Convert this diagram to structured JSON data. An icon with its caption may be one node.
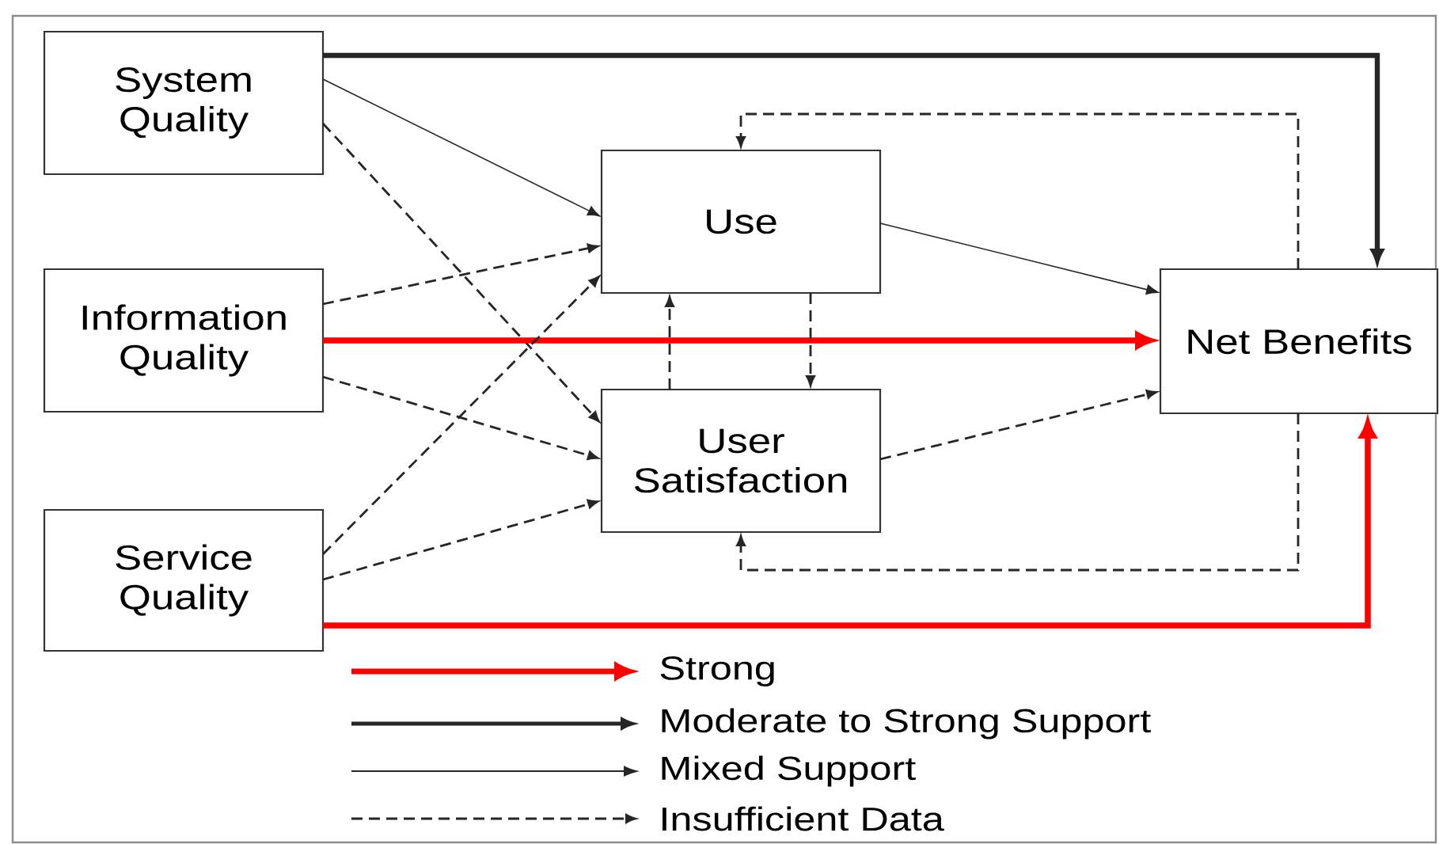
{
  "diagram": {
    "nodes": [
      {
        "text": [
          "System Quality"
        ]
      },
      {
        "text": [
          "Information Quality"
        ]
      },
      {
        "text": [
          "Service Quality"
        ]
      },
      {
        "text": [
          "Use"
        ]
      },
      {
        "text": [
          "User Satisfaction"
        ]
      },
      {
        "text": [
          "Net Benefits"
        ]
      }
    ],
    "edges": [
      {
        "from": 0,
        "to": 5,
        "arrow": "to",
        "style": "thick"
      },
      {
        "from": 0,
        "to": 3,
        "arrow": "to"
      },
      {
        "from": 0,
        "to": 4,
        "arrow": "to",
        "style": "dashed"
      },
      {
        "from": 1,
        "to": 3,
        "arrow": "to",
        "style": "dashed"
      },
      {
        "from": 1,
        "to": 5,
        "arrow": "to",
        "style": "thick",
        "color": "#ff0000"
      },
      {
        "from": 1,
        "to": 4,
        "arrow": "to",
        "style": "dashed"
      },
      {
        "from": 2,
        "to": 3,
        "arrow": "to",
        "style": "dashed"
      },
      {
        "from": 2,
        "to": 4,
        "arrow": "to",
        "style": "dashed"
      },
      {
        "from": 2,
        "to": 5,
        "arrow": "to",
        "style": "thick",
        "color": "#ff0000"
      },
      {
        "from": 3,
        "to": 5,
        "arrow": "to"
      },
      {
        "from": 4,
        "to": 3,
        "arrow": "to",
        "style": "dashed"
      },
      {
        "from": 3,
        "to": 4,
        "arrow": "to",
        "style": "dashed"
      },
      {
        "from": 4,
        "to": 5,
        "arrow": "to",
        "style": "dashed"
      },
      {
        "from": 5,
        "to": 3,
        "arrow": "to",
        "style": "dashed"
      },
      {
        "from": 5,
        "to": 4,
        "arrow": "to",
        "style": "dashed"
      }
    ],
    "legend": [
      {
        "text": "Strong"
      },
      {
        "text": "Moderate to Strong Support"
      },
      {
        "text": "Mixed Support"
      },
      {
        "text": "Insufficient Data"
      }
    ]
  }
}
